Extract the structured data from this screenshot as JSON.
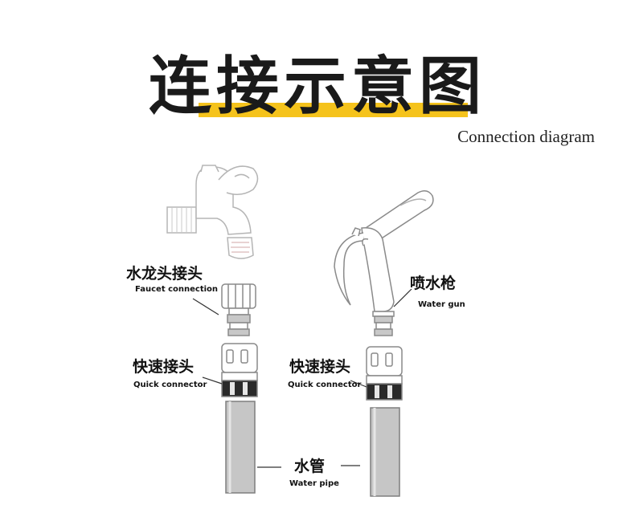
{
  "header": {
    "title": "连接示意图",
    "subtitle": "Connection diagram",
    "accent_color": "#f5c31c"
  },
  "labels": {
    "faucet_connector_cn": "水龙头接头",
    "faucet_connector_en": "Faucet connection",
    "quick_connector_left_cn": "快速接头",
    "quick_connector_left_en": "Quick connector",
    "quick_connector_right_cn": "快速接头",
    "quick_connector_right_en": "Quick connector",
    "water_gun_cn": "喷水枪",
    "water_gun_en": "Water gun",
    "water_pipe_cn": "水管",
    "water_pipe_en": "Water pipe"
  },
  "icons": [
    "faucet-icon",
    "faucet-adapter-icon",
    "quick-connector-icon",
    "water-gun-icon",
    "water-pipe-icon"
  ]
}
